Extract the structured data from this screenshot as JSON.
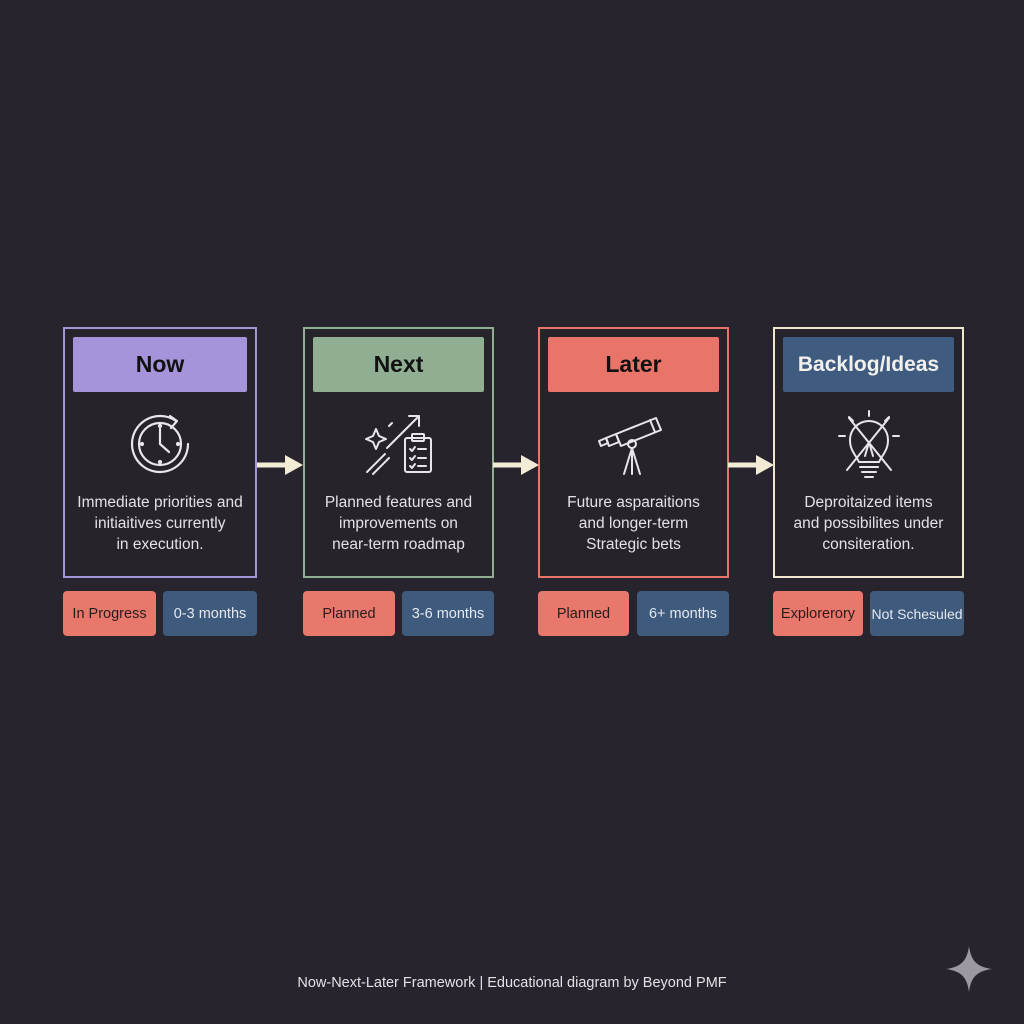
{
  "colors": {
    "background": "#28242e",
    "now": "#a594d9",
    "next": "#8fae92",
    "later": "#e9756a",
    "backlog_border": "#efe8cf",
    "backlog_header": "#3f5b80",
    "status_badge": "#e8776c",
    "time_badge": "#3e5a7d",
    "arrow": "#f2ecd6"
  },
  "columns": [
    {
      "title": "Now",
      "icon": "clock-refresh-icon",
      "description": "Immediate priorities and\ninitiaitives currently\nin execution.",
      "status": "In Progress",
      "timeframe": "0-3 months"
    },
    {
      "title": "Next",
      "icon": "rocket-checklist-icon",
      "description": "Planned features and\nimprovements on\nnear-term roadmap",
      "status": "Planned",
      "timeframe": "3-6 months"
    },
    {
      "title": "Later",
      "icon": "telescope-icon",
      "description": "Future asparaitions\nand longer-term\nStrategic bets",
      "status": "Planned",
      "timeframe": "6+ months"
    },
    {
      "title": "Backlog/Ideas",
      "icon": "crossed-lightbulb-icon",
      "description": "Deproitaized items\nand possibilites under\nconsiteration.",
      "status": "Explorerory",
      "timeframe": "Not Schesuled"
    }
  ],
  "caption": "Now-Next-Later Framework | Educational diagram by Beyond PMF",
  "watermark_icon": "sparkle-icon"
}
